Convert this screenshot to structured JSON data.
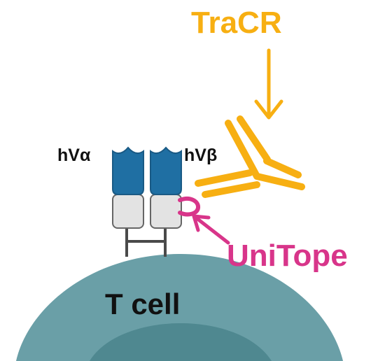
{
  "labels": {
    "tracr": "TraCR",
    "unitope": "UniTope",
    "v_alpha": "hVα",
    "v_beta": "hVβ",
    "t_cell": "T cell"
  },
  "colors": {
    "tracr": "#F7AF12",
    "unitope": "#D8358A",
    "variable_domain": "#1F6FA3",
    "variable_domain_dark": "#1A5A85",
    "constant_domain": "#E3E3E3",
    "outline": "#666666",
    "stalk": "#4A4A4A",
    "cell": "#6A9FA7",
    "nucleus": "#4F8890",
    "text_dark": "#111111"
  }
}
